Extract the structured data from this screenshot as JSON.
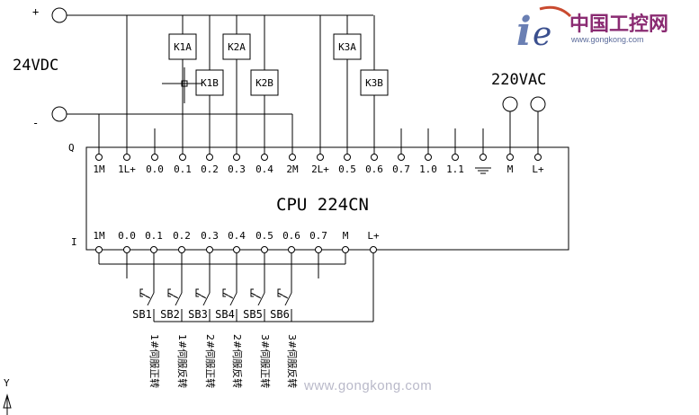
{
  "power_dc": {
    "label": "24VDC",
    "plus": "+",
    "minus": "-"
  },
  "power_ac": {
    "label": "220VAC"
  },
  "cpu": {
    "label": "CPU 224CN"
  },
  "output_side": {
    "prefix": "Q",
    "terminals": [
      "1M",
      "1L+",
      "0.0",
      "0.1",
      "0.2",
      "0.3",
      "0.4",
      "2M",
      "2L+",
      "0.5",
      "0.6",
      "0.7",
      "1.0",
      "1.1",
      "ground",
      "M",
      "L+"
    ]
  },
  "input_side": {
    "prefix": "I",
    "terminals": [
      "1M",
      "0.0",
      "0.1",
      "0.2",
      "0.3",
      "0.4",
      "0.5",
      "0.6",
      "0.7",
      "M",
      "L+"
    ]
  },
  "relays": [
    {
      "label": "K1A"
    },
    {
      "label": "K1B"
    },
    {
      "label": "K2A"
    },
    {
      "label": "K2B"
    },
    {
      "label": "K3A"
    },
    {
      "label": "K3B"
    }
  ],
  "switches": [
    {
      "label": "SB1",
      "desc": "1#伺服正转"
    },
    {
      "label": "SB2",
      "desc": "1#伺服反转"
    },
    {
      "label": "SB3",
      "desc": "2#伺服正转"
    },
    {
      "label": "SB4",
      "desc": "2#伺服反转"
    },
    {
      "label": "SB5",
      "desc": "3#伺服正转"
    },
    {
      "label": "SB6",
      "desc": "3#伺服反转"
    }
  ],
  "axis": {
    "y_label": "Y"
  },
  "watermark": {
    "url": "www.gongkong.com"
  },
  "logo": {
    "letters": "ie",
    "name_cn": "中国工控网",
    "url": "www.gongkong.com"
  }
}
